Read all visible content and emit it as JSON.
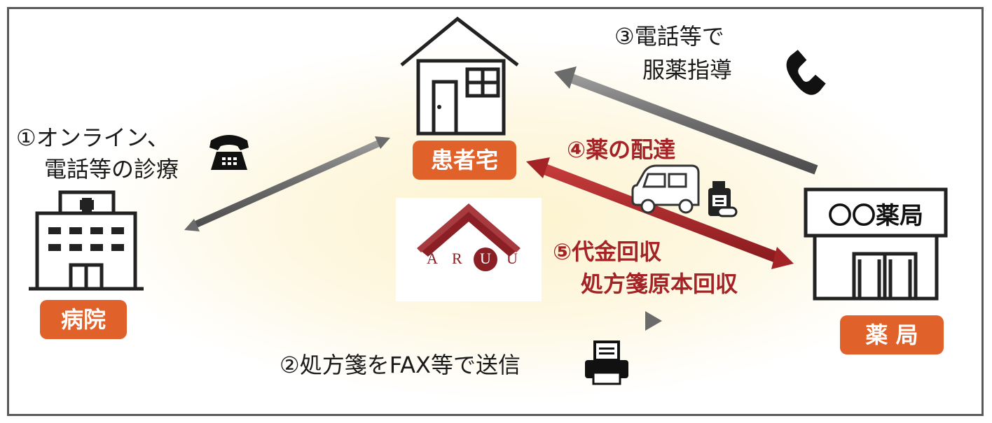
{
  "labels": {
    "patient_home": "患者宅",
    "hospital": "病院",
    "pharmacy": "薬 局"
  },
  "pharmacy_sign": "〇〇薬局",
  "steps": {
    "step1_line1": "①オンライン、",
    "step1_line2": "電話等の診療",
    "step2": "②処方箋をFAX等で送信",
    "step3_line1": "③電話等で",
    "step3_line2": "服薬指導",
    "step4": "④薬の配達",
    "step5_line1": "⑤代金回収",
    "step5_line2": "処方箋原本回収"
  },
  "logo": {
    "letters": [
      "A",
      "R",
      "U",
      "U"
    ]
  },
  "colors": {
    "label_bg": "#e0622a",
    "accent_red": "#a42327",
    "arrow_gray": "#6b6b6b",
    "frame": "#595959"
  },
  "icons": [
    "house-icon",
    "hospital-icon",
    "pharmacy-icon",
    "telephone-icon",
    "handset-icon",
    "delivery-van-icon",
    "medicine-icon",
    "fax-printer-icon"
  ]
}
